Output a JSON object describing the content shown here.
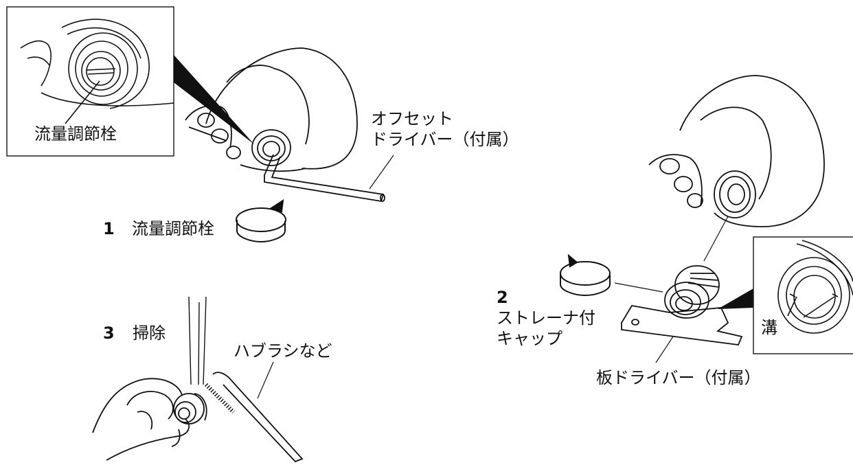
{
  "inset_left": {
    "label": "流量調節栓"
  },
  "driver_offset": {
    "line1": "オフセット",
    "line2": "ドライバー（付属）"
  },
  "step1": {
    "number": "1",
    "label": "流量調節栓"
  },
  "step2": {
    "number": "2",
    "line1": "ストレーナ付",
    "line2": "キャップ"
  },
  "step3": {
    "number": "3",
    "label": "掃除"
  },
  "brush": {
    "label": "ハブラシなど"
  },
  "plate_driver": {
    "label": "板ドライバー（付属）"
  },
  "inset_right": {
    "label": "溝"
  }
}
